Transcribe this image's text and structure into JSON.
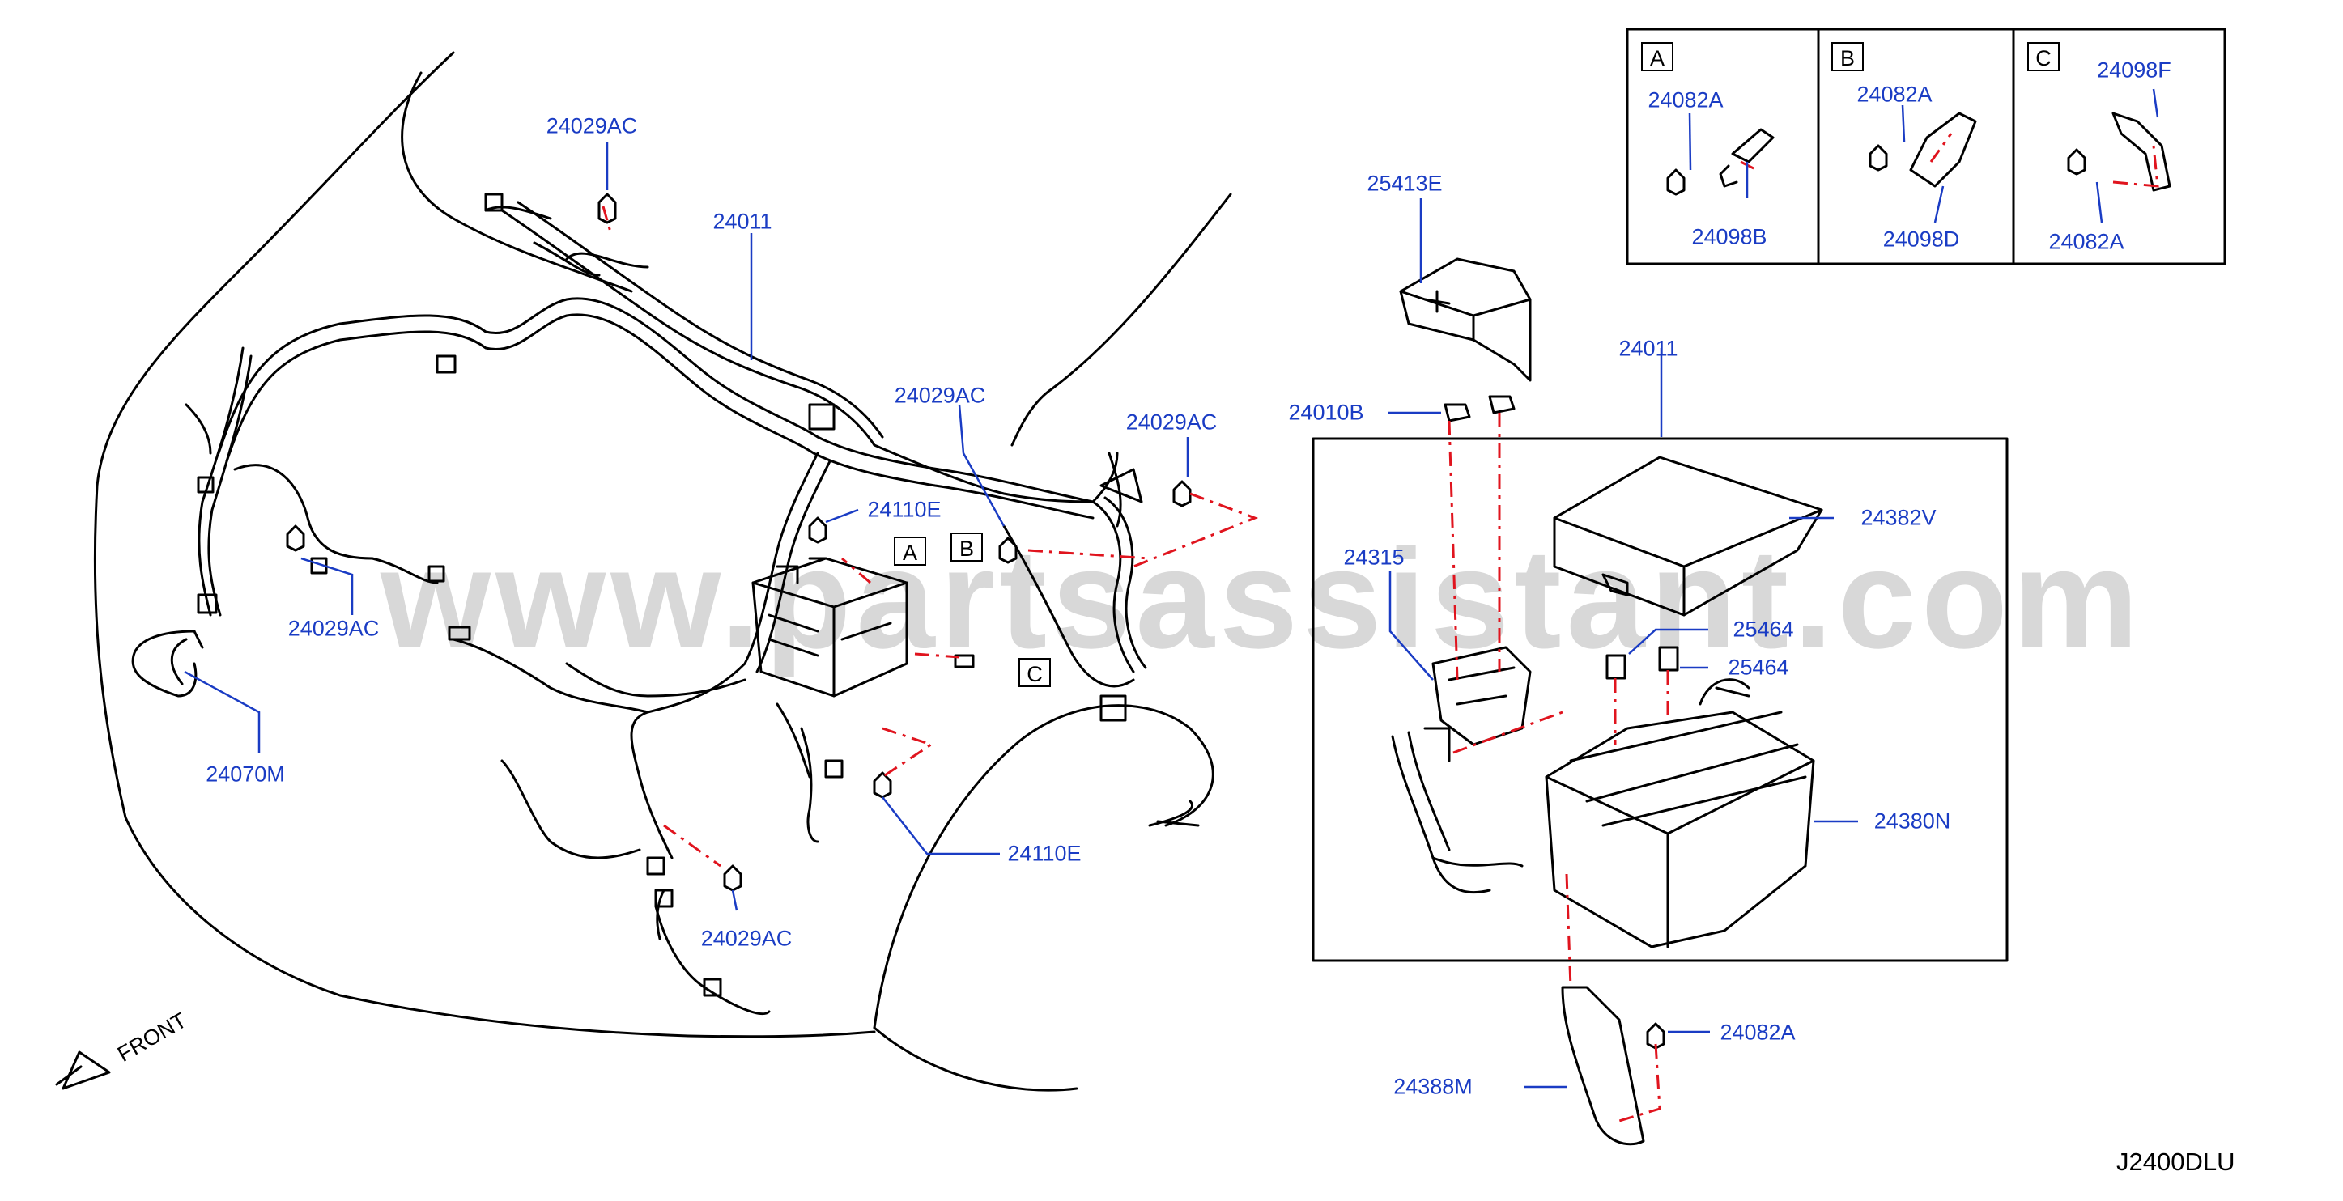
{
  "watermark": "www.partsassistant.com",
  "figure_code": "J2400DLU",
  "front_label": "FRONT",
  "inset_tags": [
    "A",
    "B",
    "C"
  ],
  "callouts": {
    "c1": "24029AC",
    "c2": "24011",
    "c3": "24029AC",
    "c4": "24029AC",
    "c5": "24110E",
    "c6": "24029AC",
    "c7": "24070M",
    "c8": "24110E",
    "c9": "24029AC",
    "c10": "25413E",
    "c11": "24011",
    "c12": "24010B",
    "c13": "24382V",
    "c14": "24315",
    "c15": "25464",
    "c16": "25464",
    "c17": "24380N",
    "c18": "24082A",
    "c19": "24388M",
    "a1": "24082A",
    "a2": "24098B",
    "b1": "24082A",
    "b2": "24098D",
    "cc1": "24098F",
    "cc2": "24082A"
  },
  "colors": {
    "label": "#1a3cc4",
    "line": "#000000",
    "dashed": "#e0141e",
    "leader": "#1a3cc4"
  }
}
